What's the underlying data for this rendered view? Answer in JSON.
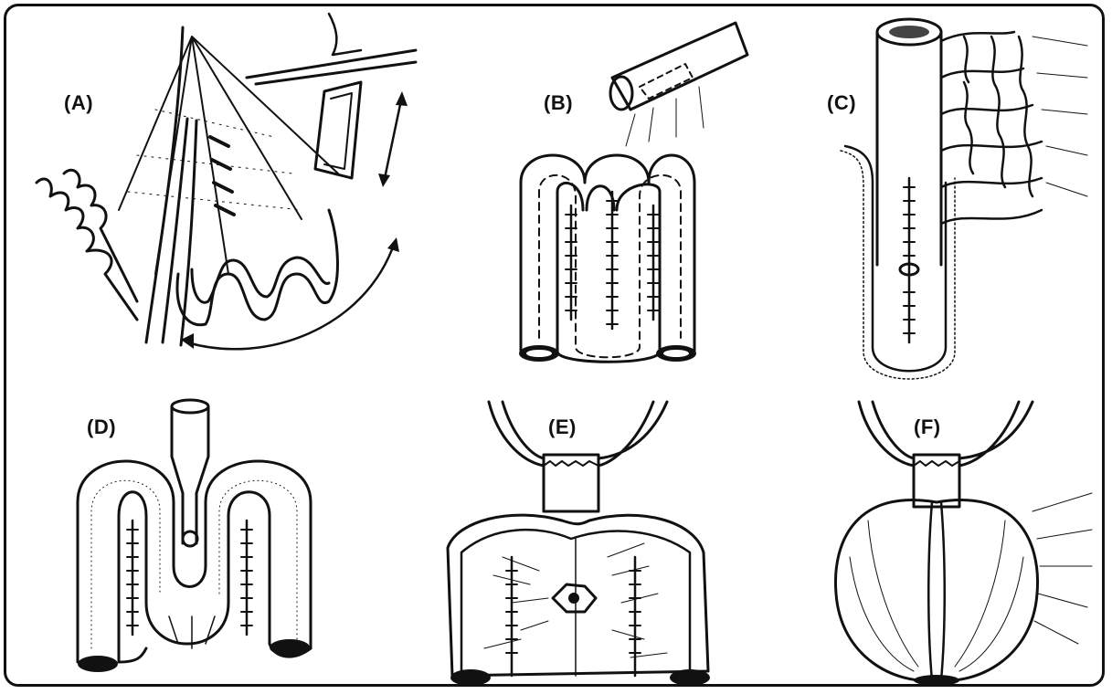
{
  "figure": {
    "panels": [
      {
        "id": "A",
        "label": "(A)"
      },
      {
        "id": "B",
        "label": "(B)"
      },
      {
        "id": "C",
        "label": "(C)"
      },
      {
        "id": "D",
        "label": "(D)"
      },
      {
        "id": "E",
        "label": "(E)"
      },
      {
        "id": "F",
        "label": "(F)"
      }
    ]
  }
}
